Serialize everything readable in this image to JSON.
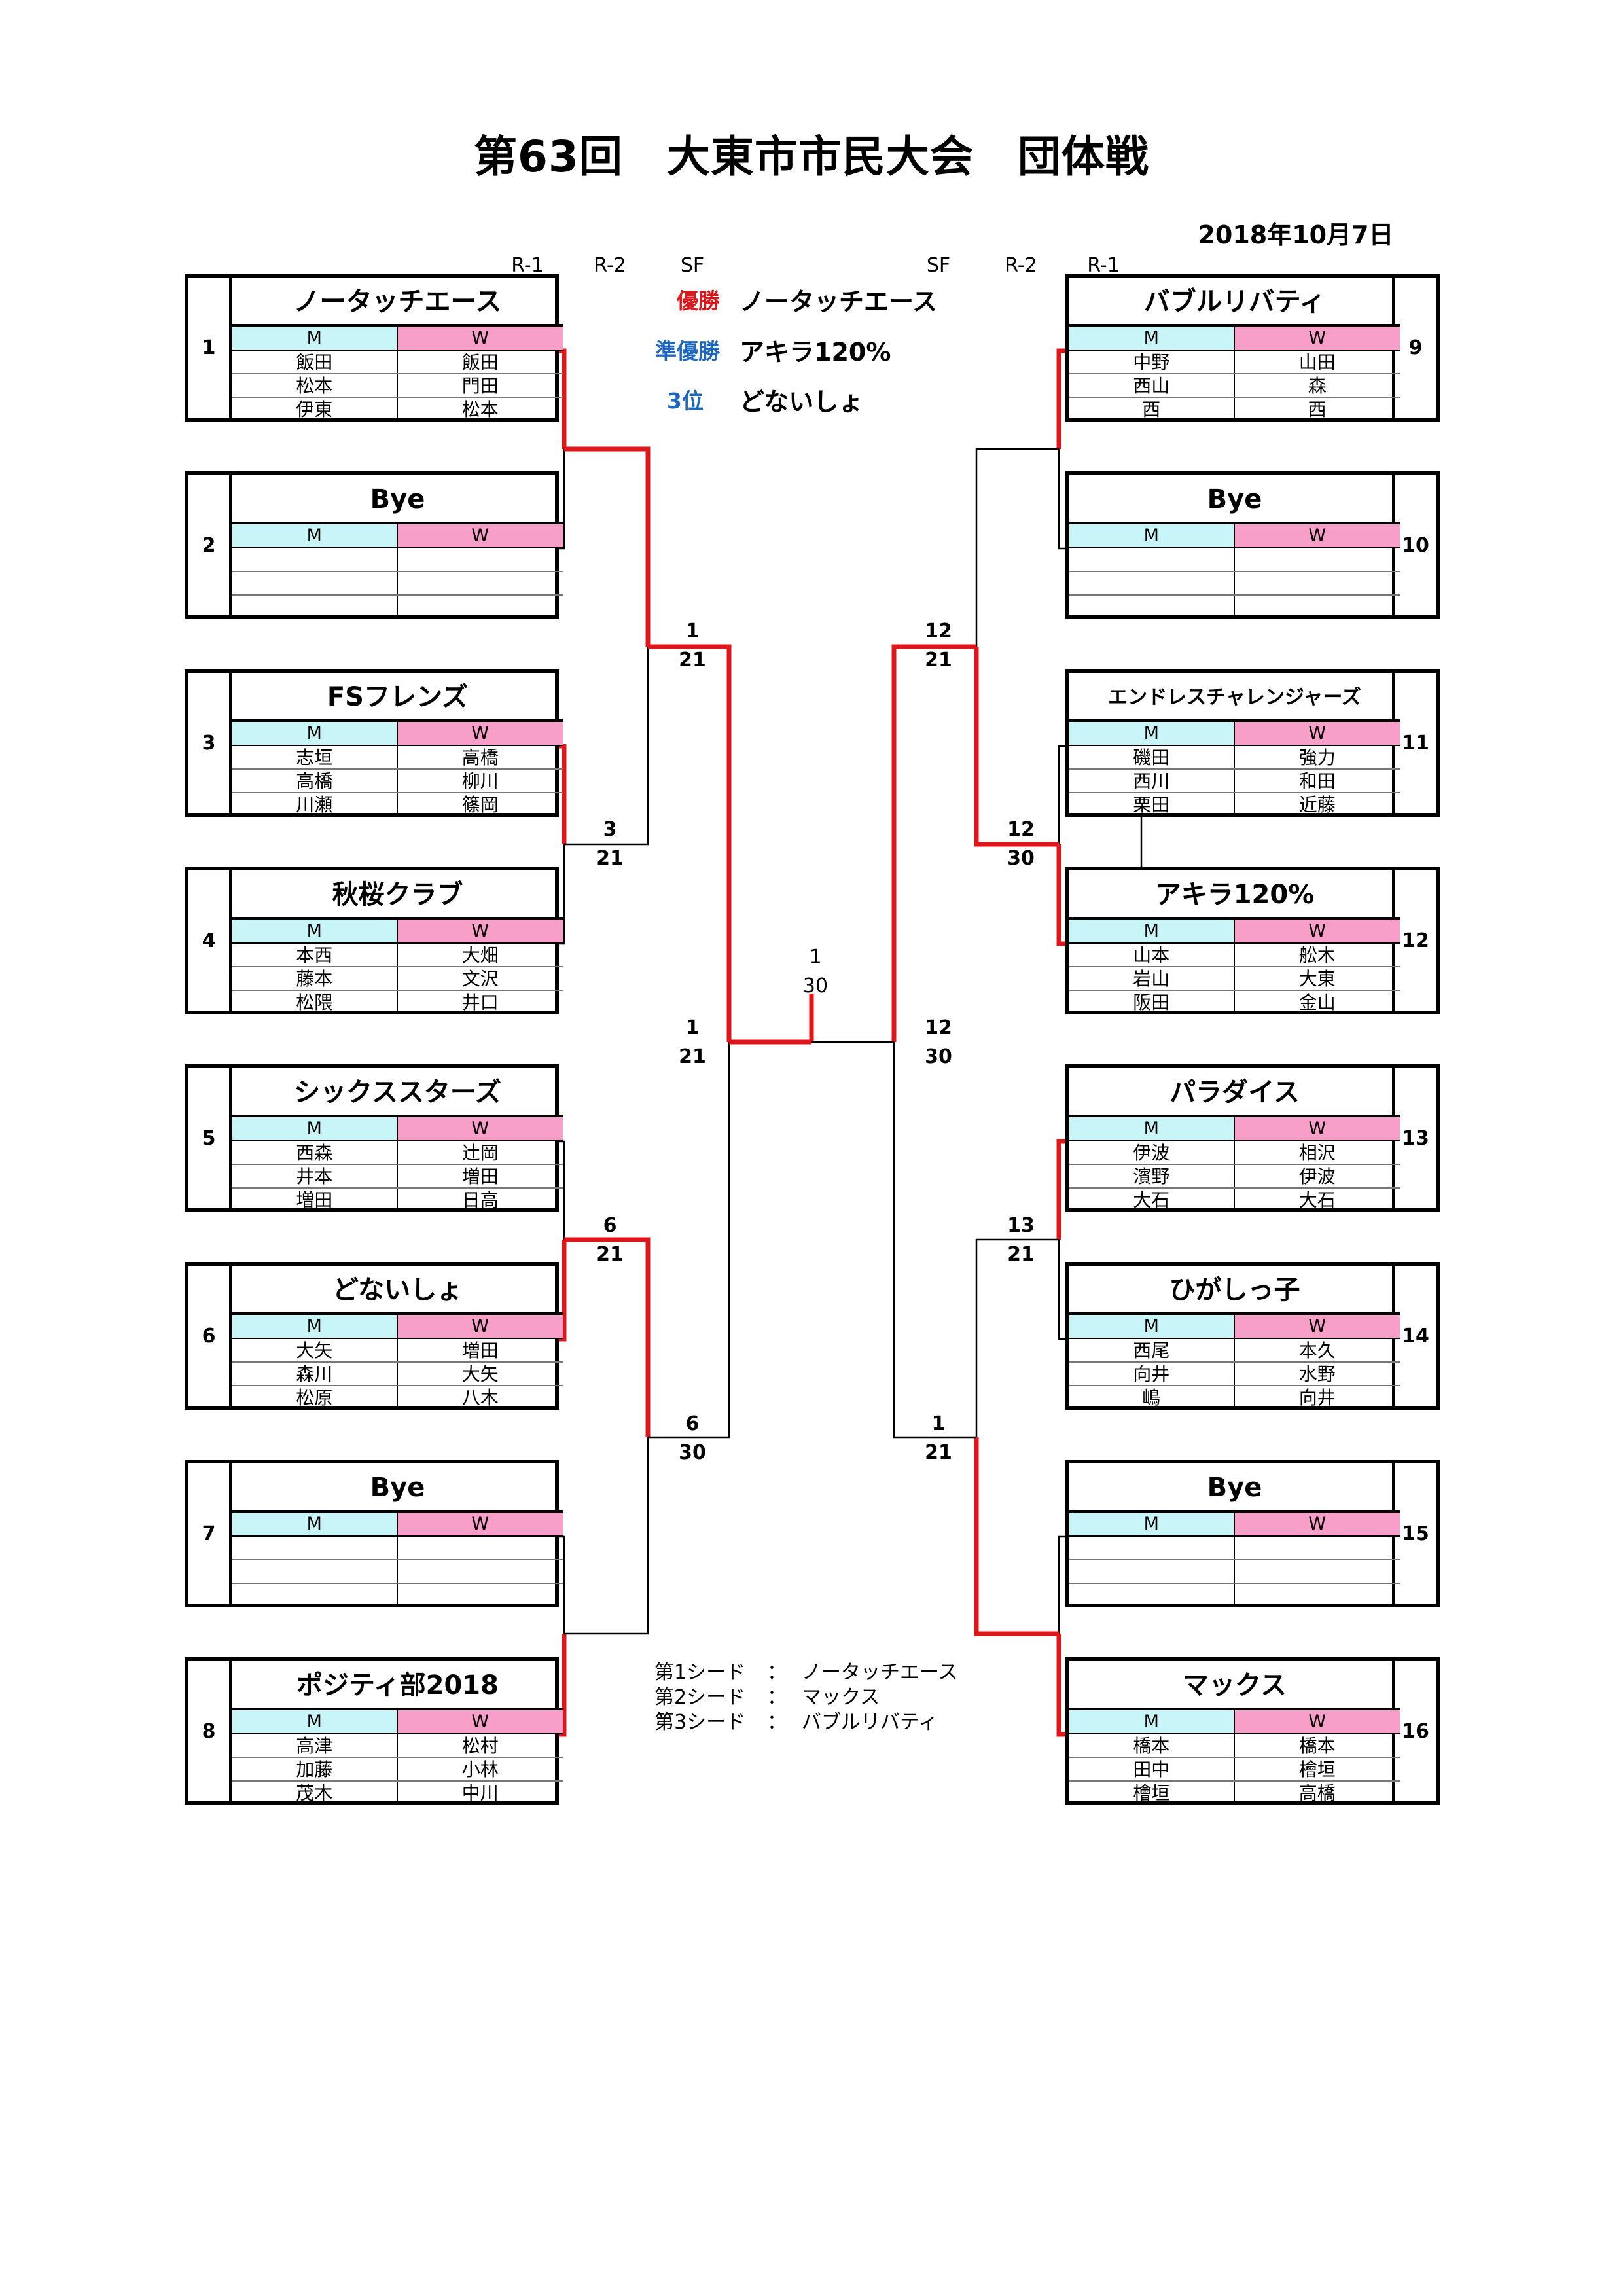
{
  "title": "第63回　大東市市民大会　団体戦",
  "date": "2018年10月7日",
  "round_labels_left": [
    "R-1",
    "R-2",
    "SF"
  ],
  "round_labels_right": [
    "SF",
    "R-2",
    "R-1"
  ],
  "results": [
    {
      "label": "優勝",
      "name": "ノータッチエース",
      "color": "#e0161b"
    },
    {
      "label": "準優勝",
      "name": "アキラ120%",
      "color": "#1d67c0"
    },
    {
      "label": "3位",
      "name": "どないしょ",
      "color": "#1d67c0"
    }
  ],
  "mw_labels": {
    "m": "M",
    "w": "W"
  },
  "teams": [
    {
      "seed": "1",
      "name": "ノータッチエース",
      "players": [
        [
          "飯田",
          "飯田"
        ],
        [
          "松本",
          "門田"
        ],
        [
          "伊東",
          "松本"
        ]
      ]
    },
    {
      "seed": "2",
      "name": "Bye",
      "players": [
        [
          "",
          ""
        ],
        [
          "",
          ""
        ],
        [
          "",
          ""
        ]
      ]
    },
    {
      "seed": "3",
      "name": "FSフレンズ",
      "players": [
        [
          "志垣",
          "高橋"
        ],
        [
          "高橋",
          "柳川"
        ],
        [
          "川瀬",
          "篠岡"
        ]
      ]
    },
    {
      "seed": "4",
      "name": "秋桜クラブ",
      "players": [
        [
          "本西",
          "大畑"
        ],
        [
          "藤本",
          "文沢"
        ],
        [
          "松隈",
          "井口"
        ]
      ]
    },
    {
      "seed": "5",
      "name": "シックススターズ",
      "players": [
        [
          "西森",
          "辻岡"
        ],
        [
          "井本",
          "増田"
        ],
        [
          "増田",
          "日高"
        ]
      ]
    },
    {
      "seed": "6",
      "name": "どないしょ",
      "players": [
        [
          "大矢",
          "増田"
        ],
        [
          "森川",
          "大矢"
        ],
        [
          "松原",
          "八木"
        ]
      ]
    },
    {
      "seed": "7",
      "name": "Bye",
      "players": [
        [
          "",
          ""
        ],
        [
          "",
          ""
        ],
        [
          "",
          ""
        ]
      ]
    },
    {
      "seed": "8",
      "name": "ポジティ部2018",
      "players": [
        [
          "高津",
          "松村"
        ],
        [
          "加藤",
          "小林"
        ],
        [
          "茂木",
          "中川"
        ]
      ]
    },
    {
      "seed": "9",
      "name": "バブルリバティ",
      "players": [
        [
          "中野",
          "山田"
        ],
        [
          "西山",
          "森"
        ],
        [
          "西",
          "西"
        ]
      ]
    },
    {
      "seed": "10",
      "name": "Bye",
      "players": [
        [
          "",
          ""
        ],
        [
          "",
          ""
        ],
        [
          "",
          ""
        ]
      ]
    },
    {
      "seed": "11",
      "name": "エンドレスチャレンジャーズ",
      "players": [
        [
          "磯田",
          "強力"
        ],
        [
          "西川",
          "和田"
        ],
        [
          "栗田",
          "近藤"
        ]
      ]
    },
    {
      "seed": "12",
      "name": "アキラ120%",
      "players": [
        [
          "山本",
          "舩木"
        ],
        [
          "岩山",
          "大東"
        ],
        [
          "阪田",
          "金山"
        ]
      ]
    },
    {
      "seed": "13",
      "name": "パラダイス",
      "players": [
        [
          "伊波",
          "相沢"
        ],
        [
          "濱野",
          "伊波"
        ],
        [
          "大石",
          "大石"
        ]
      ]
    },
    {
      "seed": "14",
      "name": "ひがしっ子",
      "players": [
        [
          "西尾",
          "本久"
        ],
        [
          "向井",
          "水野"
        ],
        [
          "嶋",
          "向井"
        ]
      ]
    },
    {
      "seed": "15",
      "name": "Bye",
      "players": [
        [
          "",
          ""
        ],
        [
          "",
          ""
        ],
        [
          "",
          ""
        ]
      ]
    },
    {
      "seed": "16",
      "name": "マックス",
      "players": [
        [
          "橋本",
          "橋本"
        ],
        [
          "田中",
          "檜垣"
        ],
        [
          "檜垣",
          "高橋"
        ]
      ]
    }
  ],
  "scores": {
    "l_r2_a": {
      "winner": "3",
      "score": "21"
    },
    "l_r2_b": {
      "winner": "6",
      "score": "21"
    },
    "l_sf_a": {
      "winner": "1",
      "score": "21"
    },
    "l_sf_b": {
      "winner": "6",
      "score": "30"
    },
    "l_final": {
      "winner": "1",
      "score": "21"
    },
    "r_r2_a": {
      "winner": "12",
      "score": "30"
    },
    "r_r2_b": {
      "winner": "13",
      "score": "21"
    },
    "r_sf_a": {
      "winner": "12",
      "score": "21"
    },
    "r_sf_b": {
      "winner": "1",
      "score": "21"
    },
    "r_final": {
      "winner": "12",
      "score": "30"
    },
    "final": {
      "winner": "1",
      "score": "30"
    }
  },
  "seeds_list": [
    {
      "label": "第1シード",
      "sep": "：",
      "name": "ノータッチエース"
    },
    {
      "label": "第2シード",
      "sep": "：",
      "name": "マックス"
    },
    {
      "label": "第3シード",
      "sep": "：",
      "name": "バブルリバティ"
    }
  ],
  "colors": {
    "win_line": "#e0161b",
    "line": "#000000",
    "m_bg": "#c8f6f8",
    "w_bg": "#f79fc9"
  }
}
